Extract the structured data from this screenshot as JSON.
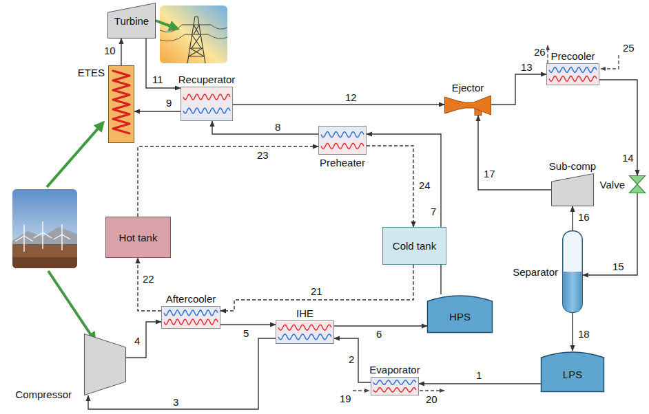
{
  "diagram": {
    "nodes": [
      {
        "text": [
          "Turbine"
        ]
      },
      {
        "text": [
          "ETES"
        ]
      },
      {
        "text": [
          "Recuperator"
        ]
      },
      {
        "text": [
          "Ejector"
        ]
      },
      {
        "text": [
          "Precooler"
        ]
      },
      {
        "text": [
          "Preheater"
        ]
      },
      {
        "text": [
          "Sub-comp"
        ]
      },
      {
        "text": [
          "Valve"
        ]
      },
      {
        "text": [
          "Hot tank"
        ]
      },
      {
        "text": [
          "Cold tank"
        ]
      },
      {
        "text": [
          "Separator"
        ]
      },
      {
        "text": [
          "Aftercooler"
        ]
      },
      {
        "text": [
          "HPS"
        ]
      },
      {
        "text": [
          "IHE"
        ]
      },
      {
        "text": [
          "Evaporator"
        ]
      },
      {
        "text": [
          "LPS"
        ]
      },
      {
        "text": [
          "Compressor"
        ]
      }
    ],
    "edges": [
      {
        "from": 1,
        "to": 0,
        "arrow": "to",
        "label": "10"
      },
      {
        "from": 0,
        "to": 2,
        "arrow": "to",
        "label": "11"
      },
      {
        "from": 2,
        "to": 1,
        "arrow": "to",
        "label": "9"
      },
      {
        "from": 2,
        "to": 3,
        "arrow": "to",
        "label": "12"
      },
      {
        "from": 5,
        "to": 2,
        "arrow": "to",
        "label": "8"
      },
      {
        "from": 12,
        "to": 5,
        "arrow": "to",
        "label": "7"
      },
      {
        "from": 8,
        "to": 5,
        "arrow": "to",
        "label": "23"
      },
      {
        "from": 5,
        "to": 9,
        "arrow": "to",
        "label": "24"
      },
      {
        "from": 3,
        "to": 4,
        "arrow": "to",
        "label": "13"
      },
      {
        "from": 4,
        "to": 7,
        "arrow": "to",
        "label": "14"
      },
      {
        "from": 7,
        "to": 10,
        "arrow": "to",
        "label": "15"
      },
      {
        "from": 10,
        "to": 6,
        "arrow": "to",
        "label": "16"
      },
      {
        "from": 6,
        "to": 3,
        "arrow": "to",
        "label": "17"
      },
      {
        "from": 10,
        "to": 15,
        "arrow": "to",
        "label": "18"
      },
      {
        "from": 15,
        "to": 14,
        "arrow": "to",
        "label": "1"
      },
      {
        "from": 14,
        "to": 13,
        "arrow": "to",
        "label": "2"
      },
      {
        "from": 13,
        "to": 16,
        "arrow": "to",
        "label": "3"
      },
      {
        "from": 16,
        "to": 11,
        "arrow": "to",
        "label": "4"
      },
      {
        "from": 11,
        "to": 13,
        "arrow": "to",
        "label": "5"
      },
      {
        "from": 13,
        "to": 12,
        "arrow": "to",
        "label": "6"
      },
      {
        "from": 9,
        "to": 11,
        "arrow": "to",
        "label": "21"
      },
      {
        "from": 11,
        "to": 8,
        "arrow": "to",
        "label": "22"
      }
    ],
    "labels": [
      "19",
      "20",
      "25",
      "26"
    ]
  }
}
